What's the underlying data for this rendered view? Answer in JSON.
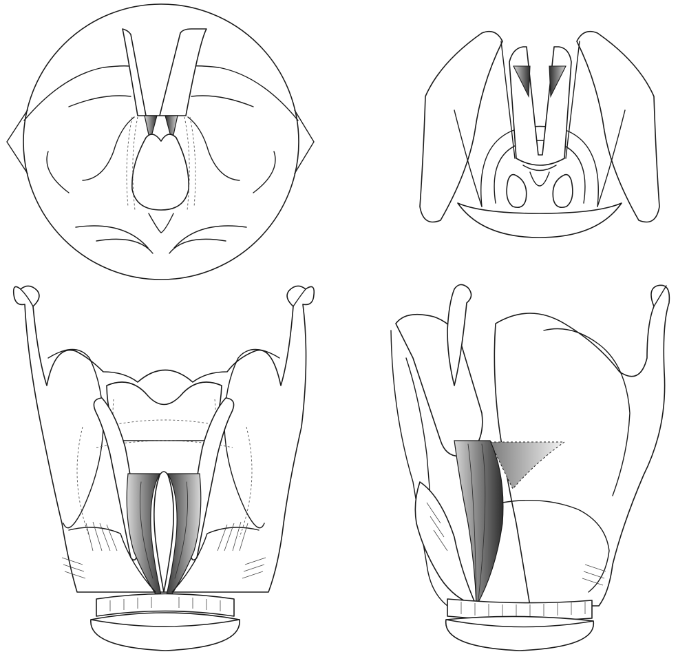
{
  "figure": {
    "panels": [
      {
        "id": "top-left",
        "view": "endoscopic-circle"
      },
      {
        "id": "top-right",
        "view": "superior"
      },
      {
        "id": "bottom-left",
        "view": "posterior-coronal"
      },
      {
        "id": "bottom-right",
        "view": "oblique-lateral"
      }
    ],
    "colors": {
      "outline": "#1a1a1a",
      "shade_dark": "#3c3c3c",
      "shade_mid": "#8a8a8a",
      "shade_light": "#d6d6d6",
      "background": "#ffffff"
    }
  }
}
